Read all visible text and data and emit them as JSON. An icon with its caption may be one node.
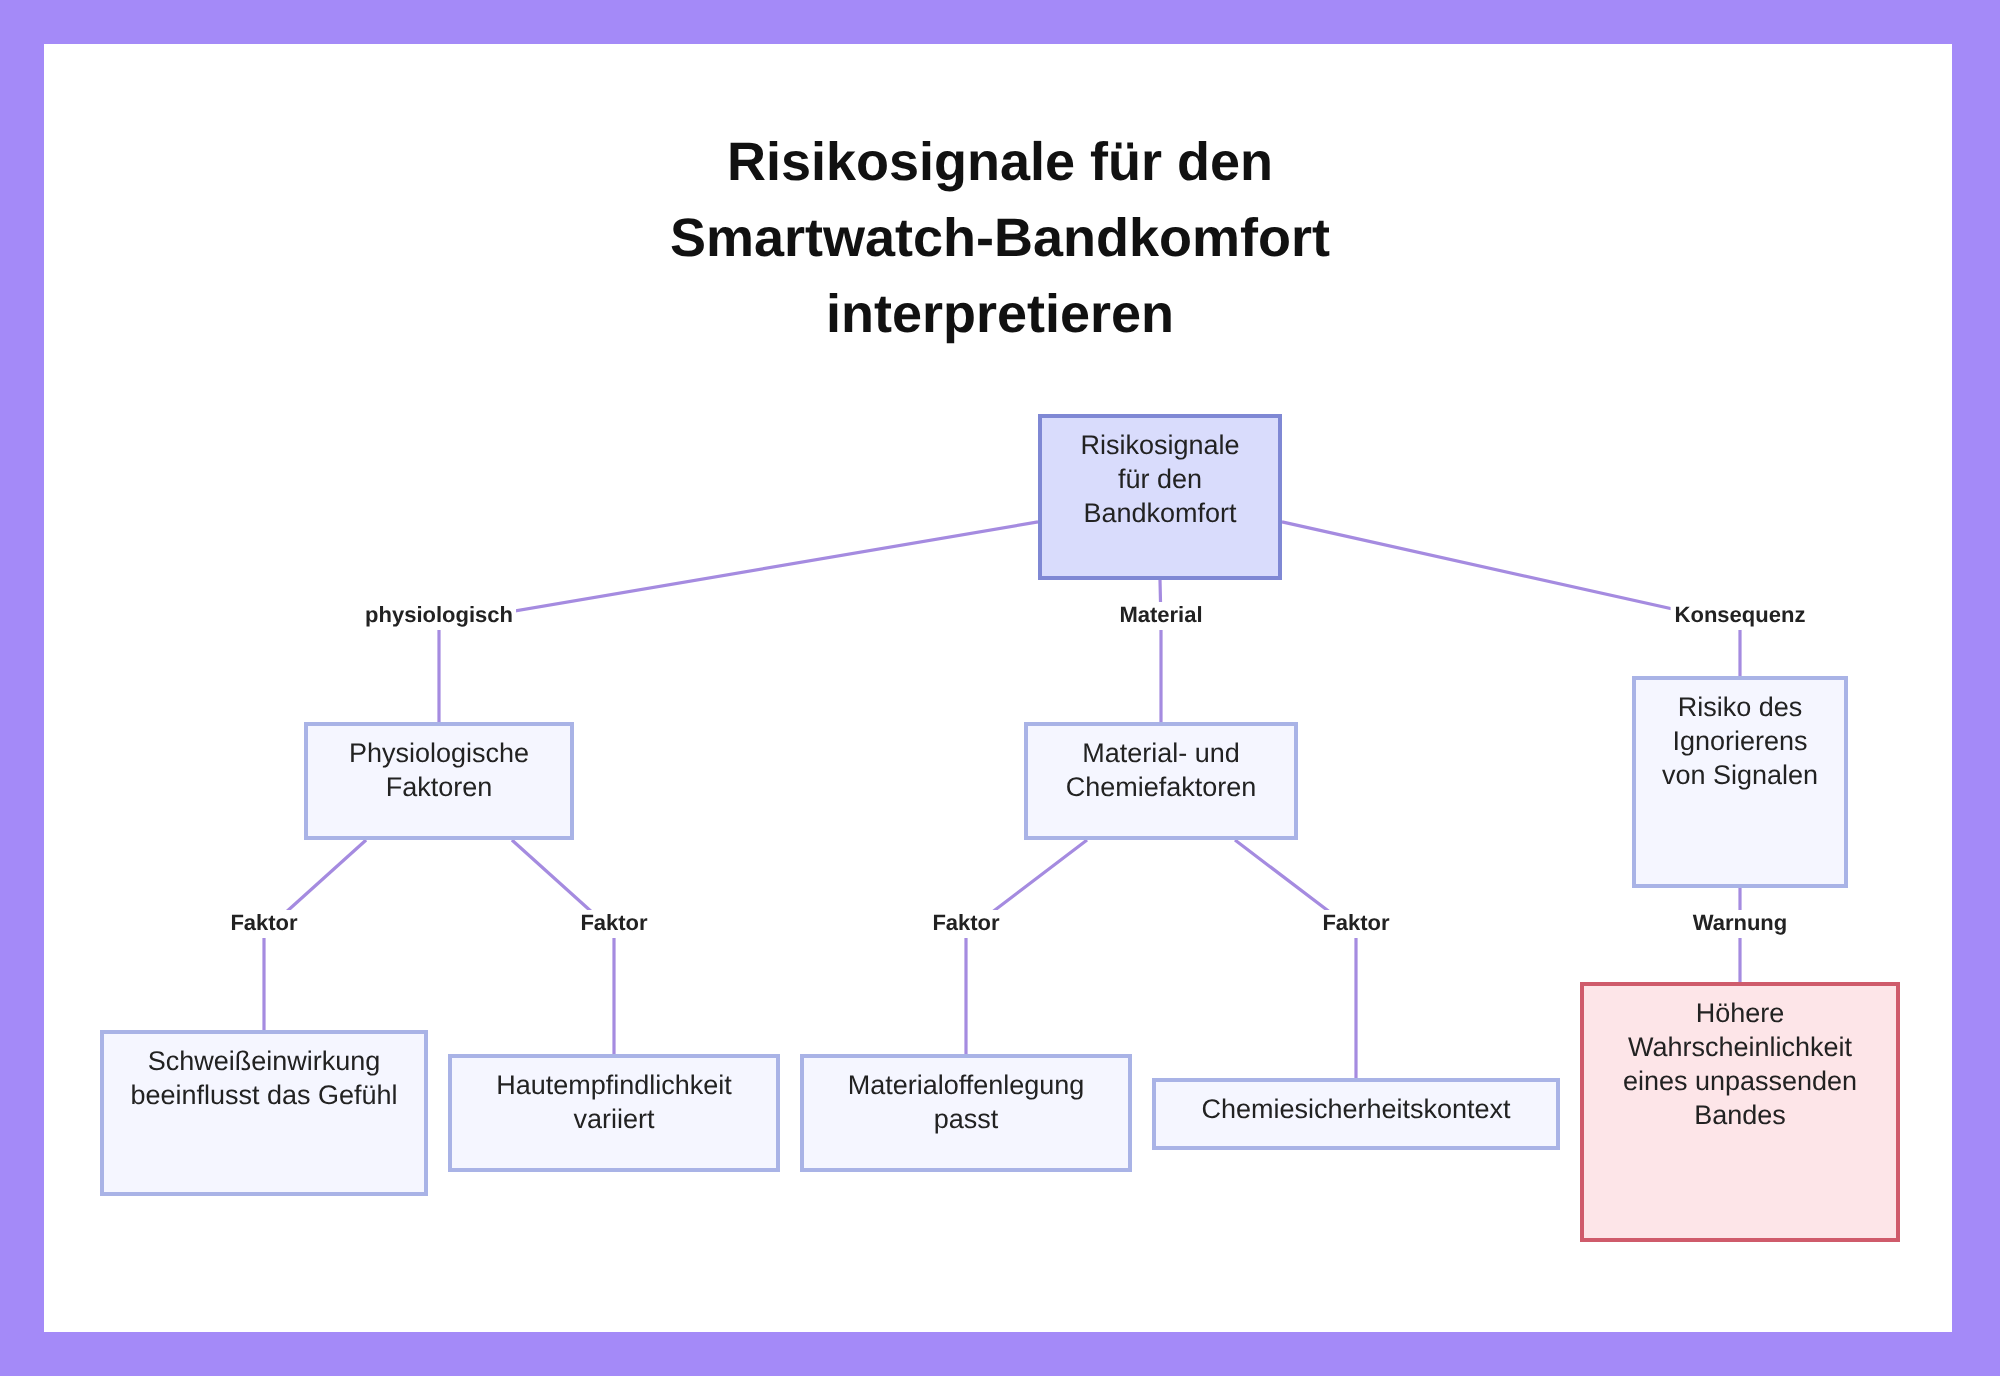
{
  "diagram": {
    "title": "Risikosignale für den Smartwatch-Bandkomfort interpretieren",
    "nodes": [
      {
        "text": [
          "Risikosignale für den Bandkomfort"
        ]
      },
      {
        "text": [
          "Physiologische Faktoren"
        ]
      },
      {
        "text": [
          "Material- und Chemiefaktoren"
        ]
      },
      {
        "text": [
          "Risiko des Ignorierens von Signalen"
        ]
      },
      {
        "text": [
          "Schweißeinwirkung beeinflusst das Gefühl"
        ]
      },
      {
        "text": [
          "Hautempfindlichkeit variiert"
        ]
      },
      {
        "text": [
          "Materialoffenlegung passt"
        ]
      },
      {
        "text": [
          "Chemiesicherheitskontext"
        ]
      },
      {
        "text": [
          "Höhere Wahrscheinlichkeit eines unpassenden Bandes"
        ]
      }
    ],
    "edges": [
      {
        "from": 0,
        "to": 1,
        "arrow": "none",
        "label": "physiologisch"
      },
      {
        "from": 0,
        "to": 2,
        "arrow": "none",
        "label": "Material"
      },
      {
        "from": 0,
        "to": 3,
        "arrow": "none",
        "label": "Konsequenz"
      },
      {
        "from": 1,
        "to": 4,
        "arrow": "none",
        "label": "Faktor"
      },
      {
        "from": 1,
        "to": 5,
        "arrow": "none",
        "label": "Faktor"
      },
      {
        "from": 2,
        "to": 6,
        "arrow": "none",
        "label": "Faktor"
      },
      {
        "from": 2,
        "to": 7,
        "arrow": "none",
        "label": "Faktor"
      },
      {
        "from": 3,
        "to": 8,
        "arrow": "none",
        "label": "Warnung"
      }
    ]
  }
}
